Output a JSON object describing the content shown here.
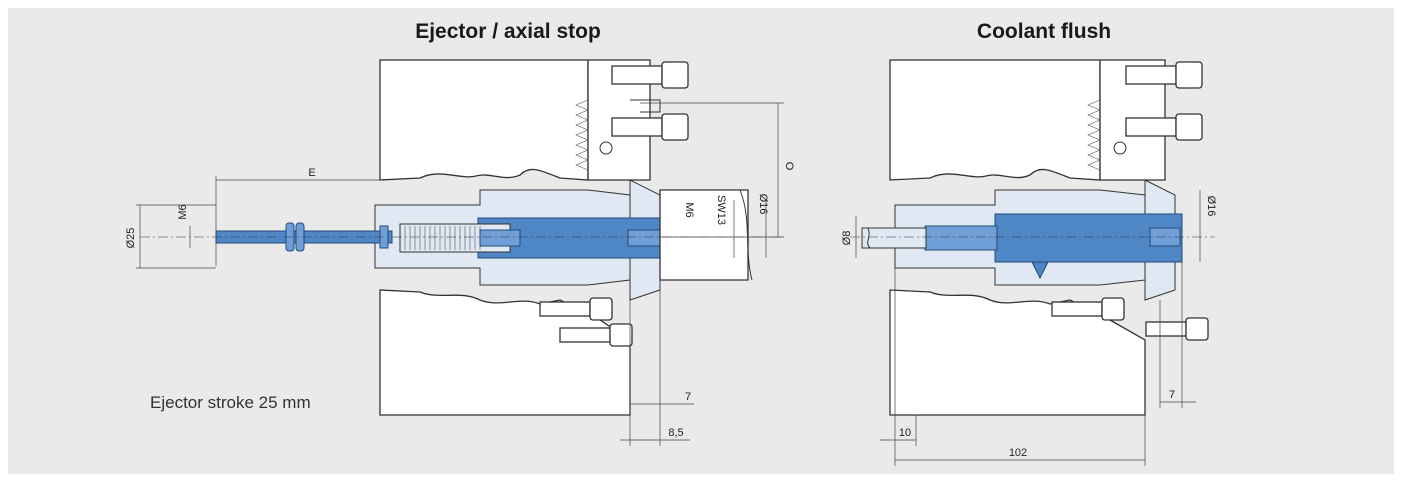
{
  "left_diagram": {
    "title": "Ejector / axial stop",
    "dims": {
      "E": "E",
      "d25": "Ø25",
      "m6_left": "M6",
      "m6_right": "M6",
      "sw13": "SW13",
      "d16": "Ø16",
      "o": "O",
      "seven": "7",
      "eight_five": "8,5"
    },
    "note": "Ejector stroke 25 mm"
  },
  "right_diagram": {
    "title": "Coolant flush",
    "dims": {
      "d8": "Ø8",
      "d16": "Ø16",
      "seven": "7",
      "ten": "10",
      "one_oh_two": "102"
    }
  },
  "colors": {
    "background": "#eaeaea",
    "part_blue": "#4f86c6",
    "part_light": "#dfe8f3"
  }
}
